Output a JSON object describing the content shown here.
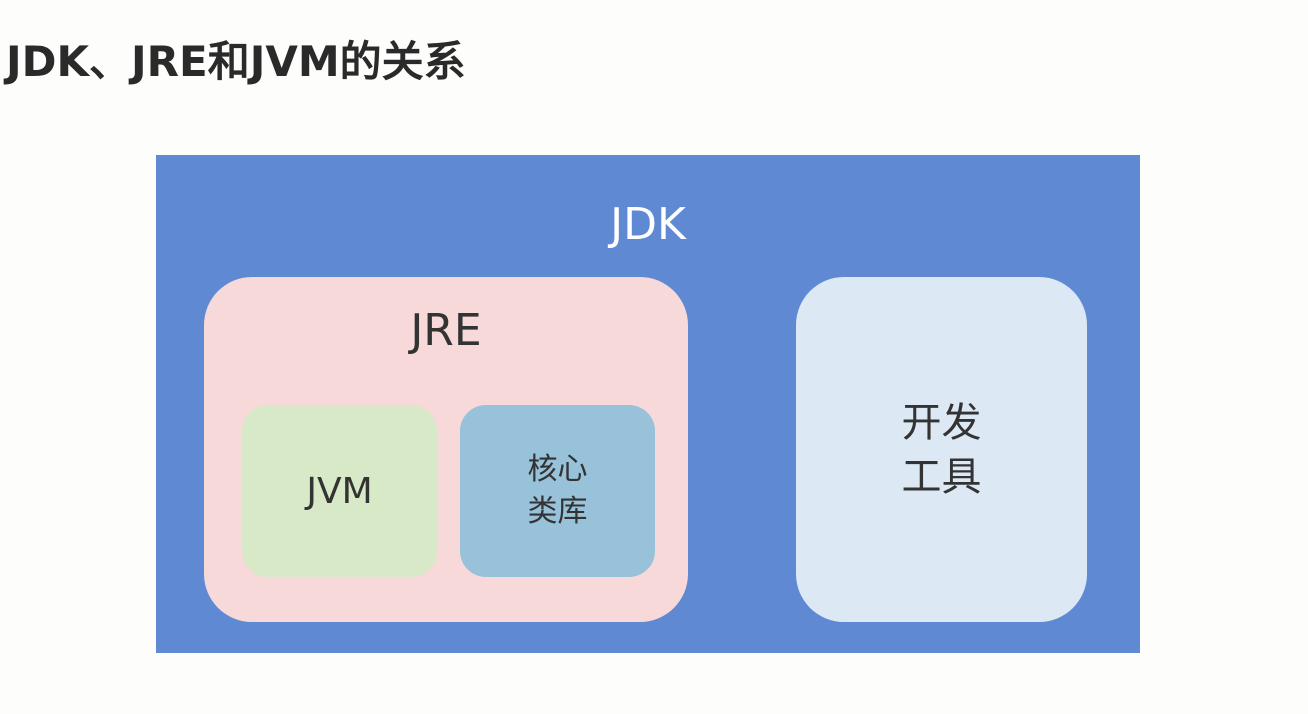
{
  "title": "JDK、JRE和JVM的关系",
  "diagram": {
    "jdk": {
      "label": "JDK",
      "color": "#5f8ad3"
    },
    "jre": {
      "label": "JRE",
      "color": "#f6d9d8"
    },
    "jvm": {
      "label": "JVM",
      "color": "#d8e9c8"
    },
    "core_library": {
      "lines": [
        "核心",
        "类库"
      ],
      "color": "#97c2da"
    },
    "dev_tools": {
      "lines": [
        "开发",
        "工具"
      ],
      "color": "#dce9f5"
    }
  }
}
